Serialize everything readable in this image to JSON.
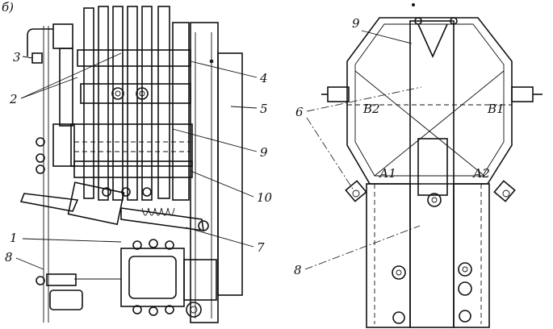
{
  "figure": {
    "panel_label": "б)",
    "left_callouts": [
      "3",
      "2",
      "1",
      "8"
    ],
    "right_side_callouts": [
      "4",
      "5",
      "9",
      "10",
      "7"
    ],
    "right_view": {
      "top_callout": "9",
      "side_callout": "6",
      "bottom_callout": "8",
      "markings": [
        "В2",
        "В1",
        "А1",
        "А2"
      ]
    }
  }
}
